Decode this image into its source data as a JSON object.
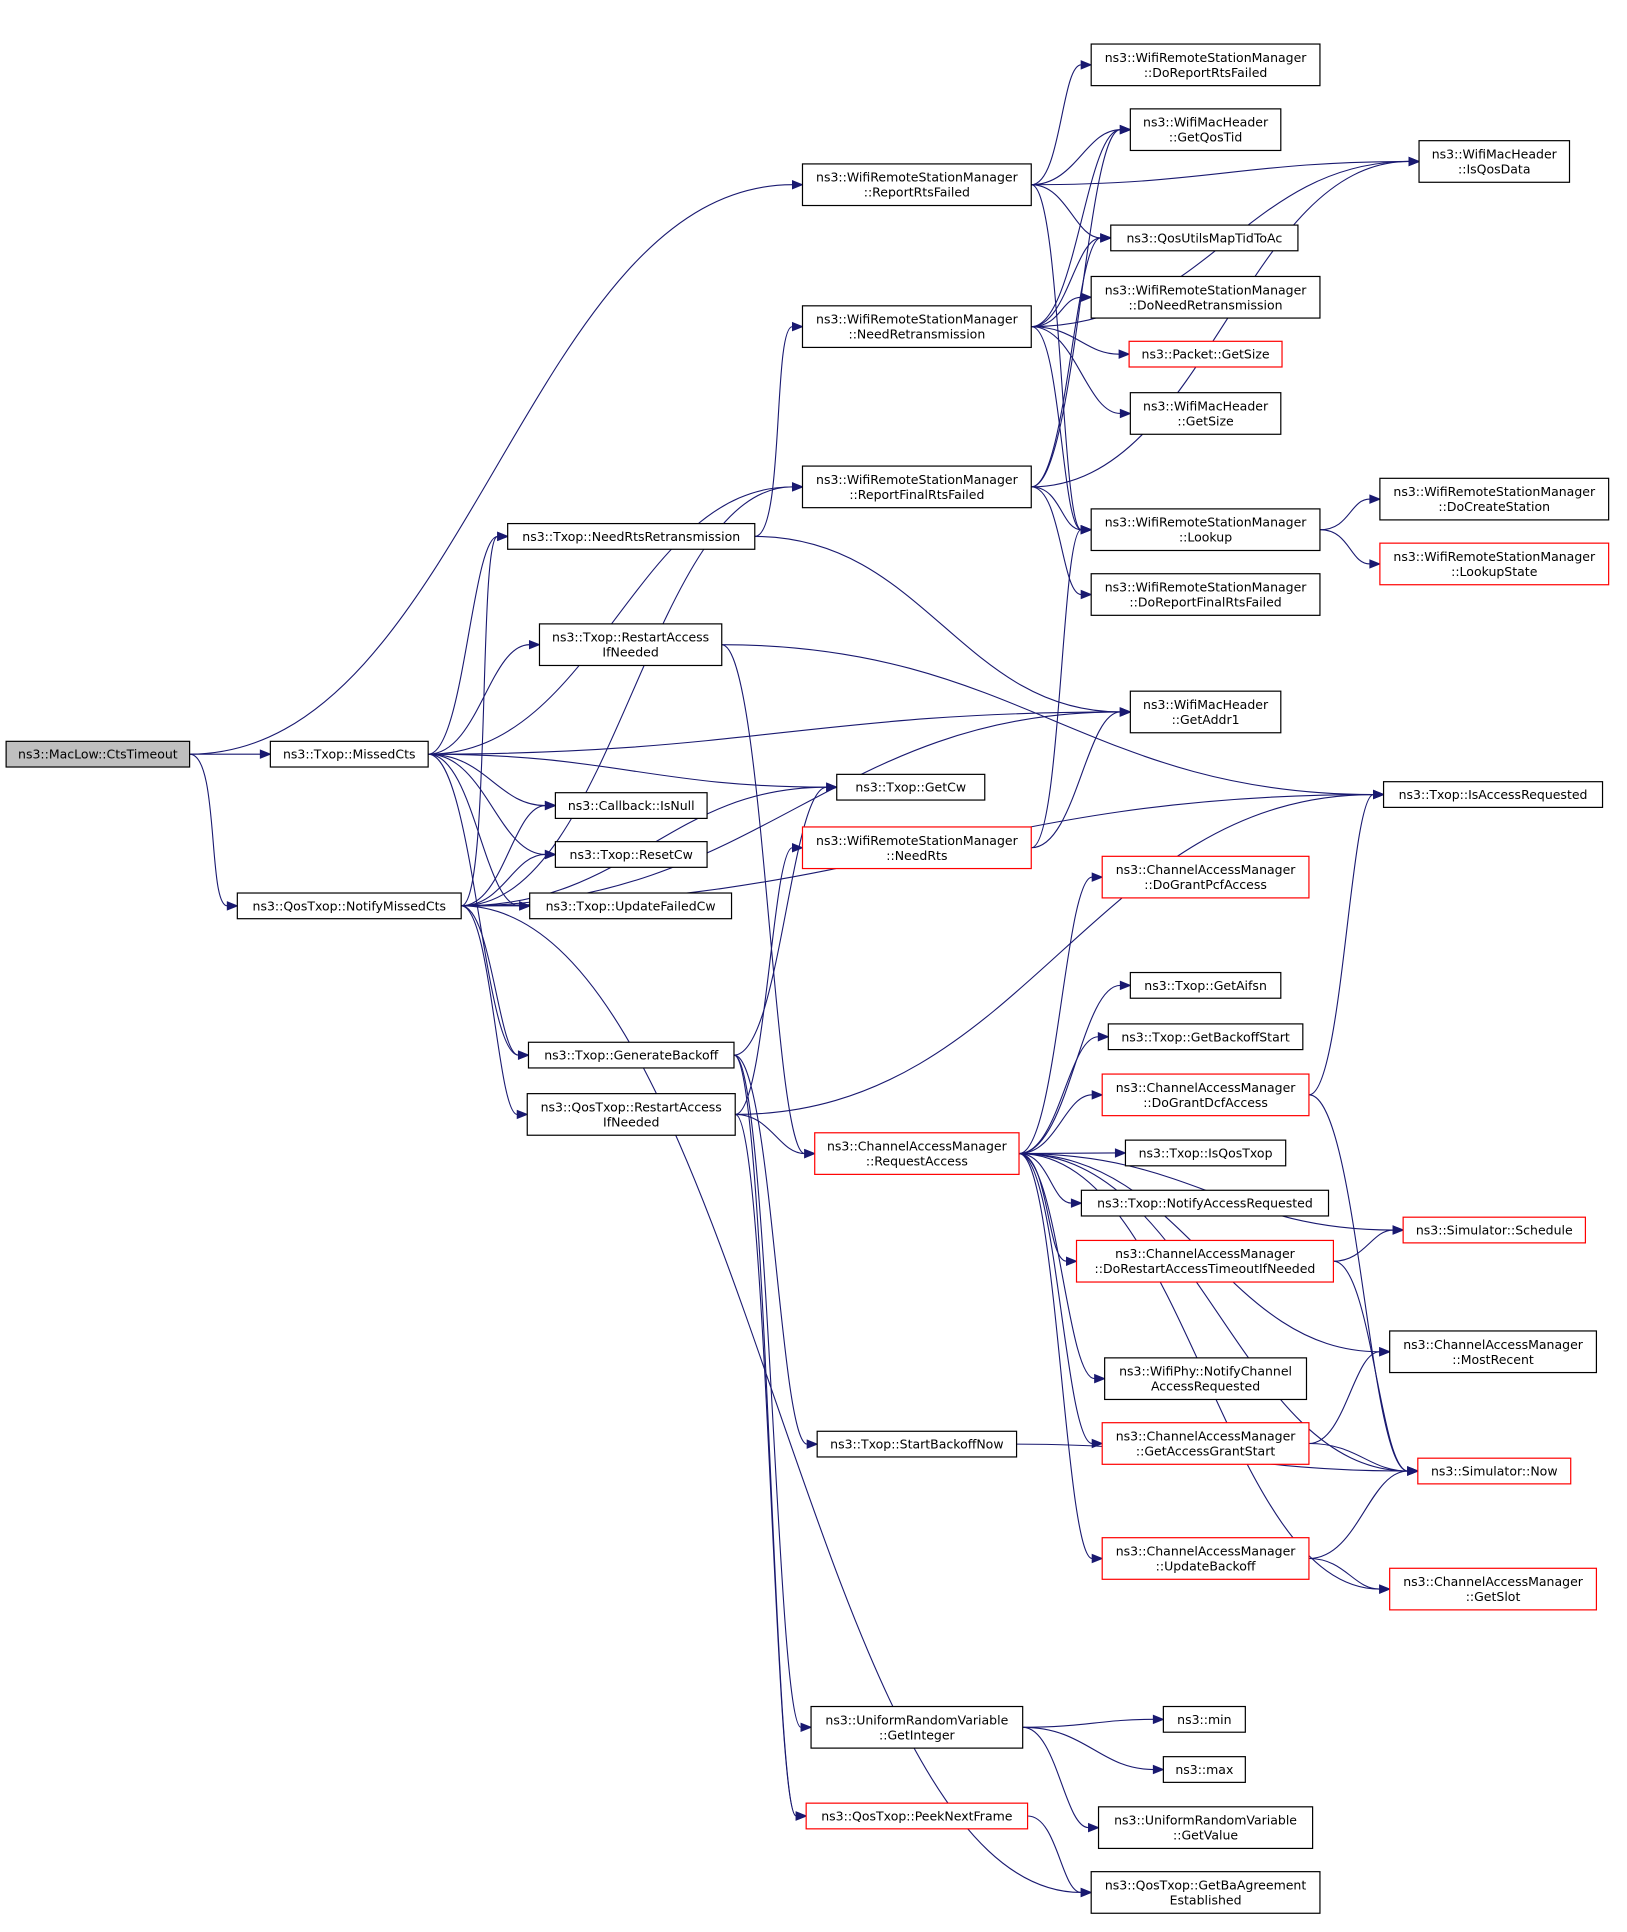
{
  "colors": {
    "edge": "#191970",
    "node_border": "#000000",
    "node_border_incomplete": "#ff0000",
    "node_fill": "#ffffff",
    "root_fill": "#bfbfbf"
  },
  "nodes": [
    {
      "id": "cts_timeout",
      "lines": [
        "ns3::MacLow::CtsTimeout"
      ],
      "root": true
    },
    {
      "id": "txop_missed_cts",
      "lines": [
        "ns3::Txop::MissedCts"
      ]
    },
    {
      "id": "qostxop_notify_missed_cts",
      "lines": [
        "ns3::QosTxop::NotifyMissedCts"
      ]
    },
    {
      "id": "wrsm_report_rts_failed",
      "lines": [
        "ns3::WifiRemoteStationManager",
        "::ReportRtsFailed"
      ]
    },
    {
      "id": "wrsm_need_retransmission",
      "lines": [
        "ns3::WifiRemoteStationManager",
        "::NeedRetransmission"
      ]
    },
    {
      "id": "wrsm_report_final_rts_failed",
      "lines": [
        "ns3::WifiRemoteStationManager",
        "::ReportFinalRtsFailed"
      ]
    },
    {
      "id": "txop_need_rts_retransmission",
      "lines": [
        "ns3::Txop::NeedRtsRetransmission"
      ]
    },
    {
      "id": "txop_restart_access_if_needed",
      "lines": [
        "ns3::Txop::RestartAccess",
        "IfNeeded"
      ]
    },
    {
      "id": "txop_get_cw",
      "lines": [
        "ns3::Txop::GetCw"
      ]
    },
    {
      "id": "callback_is_null",
      "lines": [
        "ns3::Callback::IsNull"
      ]
    },
    {
      "id": "txop_reset_cw",
      "lines": [
        "ns3::Txop::ResetCw"
      ]
    },
    {
      "id": "txop_update_failed_cw",
      "lines": [
        "ns3::Txop::UpdateFailedCw"
      ]
    },
    {
      "id": "txop_generate_backoff",
      "lines": [
        "ns3::Txop::GenerateBackoff"
      ]
    },
    {
      "id": "qostxop_restart_access_if_needed",
      "lines": [
        "ns3::QosTxop::RestartAccess",
        "IfNeeded"
      ]
    },
    {
      "id": "wrsm_need_rts",
      "lines": [
        "ns3::WifiRemoteStationManager",
        "::NeedRts"
      ],
      "incomplete": true
    },
    {
      "id": "cam_request_access",
      "lines": [
        "ns3::ChannelAccessManager",
        "::RequestAccess"
      ],
      "incomplete": true
    },
    {
      "id": "txop_start_backoff_now",
      "lines": [
        "ns3::Txop::StartBackoffNow"
      ]
    },
    {
      "id": "urv_get_integer",
      "lines": [
        "ns3::UniformRandomVariable",
        "::GetInteger"
      ]
    },
    {
      "id": "qostxop_peek_next_frame",
      "lines": [
        "ns3::QosTxop::PeekNextFrame"
      ],
      "incomplete": true
    },
    {
      "id": "wrsm_do_report_rts_failed",
      "lines": [
        "ns3::WifiRemoteStationManager",
        "::DoReportRtsFailed"
      ]
    },
    {
      "id": "wmh_get_qos_tid",
      "lines": [
        "ns3::WifiMacHeader",
        "::GetQosTid"
      ]
    },
    {
      "id": "qosutils_map_tid_to_ac",
      "lines": [
        "ns3::QosUtilsMapTidToAc"
      ]
    },
    {
      "id": "wrsm_do_need_retransmission",
      "lines": [
        "ns3::WifiRemoteStationManager",
        "::DoNeedRetransmission"
      ]
    },
    {
      "id": "packet_get_size",
      "lines": [
        "ns3::Packet::GetSize"
      ],
      "incomplete": true
    },
    {
      "id": "wmh_get_size",
      "lines": [
        "ns3::WifiMacHeader",
        "::GetSize"
      ]
    },
    {
      "id": "wrsm_lookup",
      "lines": [
        "ns3::WifiRemoteStationManager",
        "::Lookup"
      ]
    },
    {
      "id": "wrsm_do_report_final_rts_failed",
      "lines": [
        "ns3::WifiRemoteStationManager",
        "::DoReportFinalRtsFailed"
      ]
    },
    {
      "id": "wmh_get_addr1",
      "lines": [
        "ns3::WifiMacHeader",
        "::GetAddr1"
      ]
    },
    {
      "id": "cam_do_grant_pcf_access",
      "lines": [
        "ns3::ChannelAccessManager",
        "::DoGrantPcfAccess"
      ],
      "incomplete": true
    },
    {
      "id": "txop_get_aifsn",
      "lines": [
        "ns3::Txop::GetAifsn"
      ]
    },
    {
      "id": "txop_get_backoff_start",
      "lines": [
        "ns3::Txop::GetBackoffStart"
      ]
    },
    {
      "id": "cam_do_grant_dcf_access",
      "lines": [
        "ns3::ChannelAccessManager",
        "::DoGrantDcfAccess"
      ],
      "incomplete": true
    },
    {
      "id": "txop_is_qos_txop",
      "lines": [
        "ns3::Txop::IsQosTxop"
      ]
    },
    {
      "id": "txop_notify_access_requested",
      "lines": [
        "ns3::Txop::NotifyAccessRequested"
      ]
    },
    {
      "id": "cam_do_restart_access_timeout",
      "lines": [
        "ns3::ChannelAccessManager",
        "::DoRestartAccessTimeoutIfNeeded"
      ],
      "incomplete": true
    },
    {
      "id": "wifiphy_notify_channel_access_requested",
      "lines": [
        "ns3::WifiPhy::NotifyChannel",
        "AccessRequested"
      ]
    },
    {
      "id": "cam_get_access_grant_start",
      "lines": [
        "ns3::ChannelAccessManager",
        "::GetAccessGrantStart"
      ],
      "incomplete": true
    },
    {
      "id": "cam_update_backoff",
      "lines": [
        "ns3::ChannelAccessManager",
        "::UpdateBackoff"
      ],
      "incomplete": true
    },
    {
      "id": "ns3_min",
      "lines": [
        "ns3::min"
      ]
    },
    {
      "id": "ns3_max",
      "lines": [
        "ns3::max"
      ]
    },
    {
      "id": "urv_get_value",
      "lines": [
        "ns3::UniformRandomVariable",
        "::GetValue"
      ]
    },
    {
      "id": "qostxop_get_ba_agreement_established",
      "lines": [
        "ns3::QosTxop::GetBaAgreement",
        "Established"
      ]
    },
    {
      "id": "wmh_is_qos_data",
      "lines": [
        "ns3::WifiMacHeader",
        "::IsQosData"
      ]
    },
    {
      "id": "wrsm_do_create_station",
      "lines": [
        "ns3::WifiRemoteStationManager",
        "::DoCreateStation"
      ]
    },
    {
      "id": "wrsm_lookup_state",
      "lines": [
        "ns3::WifiRemoteStationManager",
        "::LookupState"
      ],
      "incomplete": true
    },
    {
      "id": "txop_is_access_requested",
      "lines": [
        "ns3::Txop::IsAccessRequested"
      ]
    },
    {
      "id": "simulator_schedule",
      "lines": [
        "ns3::Simulator::Schedule"
      ],
      "incomplete": true
    },
    {
      "id": "cam_most_recent",
      "lines": [
        "ns3::ChannelAccessManager",
        "::MostRecent"
      ]
    },
    {
      "id": "simulator_now",
      "lines": [
        "ns3::Simulator::Now"
      ],
      "incomplete": true
    },
    {
      "id": "cam_get_slot",
      "lines": [
        "ns3::ChannelAccessManager",
        "::GetSlot"
      ],
      "incomplete": true
    }
  ],
  "edges": [
    [
      "cts_timeout",
      "wrsm_report_rts_failed"
    ],
    [
      "cts_timeout",
      "txop_missed_cts"
    ],
    [
      "cts_timeout",
      "qostxop_notify_missed_cts"
    ],
    [
      "txop_missed_cts",
      "wrsm_report_final_rts_failed"
    ],
    [
      "txop_missed_cts",
      "txop_need_rts_retransmission"
    ],
    [
      "txop_missed_cts",
      "txop_restart_access_if_needed"
    ],
    [
      "txop_missed_cts",
      "wmh_get_addr1"
    ],
    [
      "txop_missed_cts",
      "txop_get_cw"
    ],
    [
      "txop_missed_cts",
      "callback_is_null"
    ],
    [
      "txop_missed_cts",
      "txop_reset_cw"
    ],
    [
      "txop_missed_cts",
      "txop_update_failed_cw"
    ],
    [
      "txop_missed_cts",
      "txop_generate_backoff"
    ],
    [
      "qostxop_notify_missed_cts",
      "wrsm_report_final_rts_failed"
    ],
    [
      "qostxop_notify_missed_cts",
      "txop_need_rts_retransmission"
    ],
    [
      "qostxop_notify_missed_cts",
      "wmh_get_addr1"
    ],
    [
      "qostxop_notify_missed_cts",
      "txop_get_cw"
    ],
    [
      "qostxop_notify_missed_cts",
      "callback_is_null"
    ],
    [
      "qostxop_notify_missed_cts",
      "txop_reset_cw"
    ],
    [
      "qostxop_notify_missed_cts",
      "txop_update_failed_cw"
    ],
    [
      "qostxop_notify_missed_cts",
      "txop_generate_backoff"
    ],
    [
      "qostxop_notify_missed_cts",
      "qostxop_restart_access_if_needed"
    ],
    [
      "qostxop_notify_missed_cts",
      "txop_is_access_requested"
    ],
    [
      "qostxop_notify_missed_cts",
      "qostxop_get_ba_agreement_established"
    ],
    [
      "wrsm_report_rts_failed",
      "wrsm_do_report_rts_failed"
    ],
    [
      "wrsm_report_rts_failed",
      "wmh_get_qos_tid"
    ],
    [
      "wrsm_report_rts_failed",
      "wmh_is_qos_data"
    ],
    [
      "wrsm_report_rts_failed",
      "qosutils_map_tid_to_ac"
    ],
    [
      "wrsm_report_rts_failed",
      "wrsm_lookup"
    ],
    [
      "wrsm_need_retransmission",
      "wmh_get_qos_tid"
    ],
    [
      "wrsm_need_retransmission",
      "wmh_is_qos_data"
    ],
    [
      "wrsm_need_retransmission",
      "qosutils_map_tid_to_ac"
    ],
    [
      "wrsm_need_retransmission",
      "wrsm_do_need_retransmission"
    ],
    [
      "wrsm_need_retransmission",
      "packet_get_size"
    ],
    [
      "wrsm_need_retransmission",
      "wmh_get_size"
    ],
    [
      "wrsm_need_retransmission",
      "wrsm_lookup"
    ],
    [
      "wrsm_report_final_rts_failed",
      "wmh_get_qos_tid"
    ],
    [
      "wrsm_report_final_rts_failed",
      "qosutils_map_tid_to_ac"
    ],
    [
      "wrsm_report_final_rts_failed",
      "wmh_is_qos_data"
    ],
    [
      "wrsm_report_final_rts_failed",
      "wrsm_lookup"
    ],
    [
      "wrsm_report_final_rts_failed",
      "wrsm_do_report_final_rts_failed"
    ],
    [
      "txop_need_rts_retransmission",
      "wrsm_need_retransmission"
    ],
    [
      "txop_need_rts_retransmission",
      "wmh_get_addr1"
    ],
    [
      "txop_restart_access_if_needed",
      "txop_is_access_requested"
    ],
    [
      "txop_restart_access_if_needed",
      "cam_request_access"
    ],
    [
      "txop_generate_backoff",
      "txop_get_cw"
    ],
    [
      "txop_generate_backoff",
      "txop_start_backoff_now"
    ],
    [
      "txop_generate_backoff",
      "urv_get_integer"
    ],
    [
      "txop_generate_backoff",
      "qostxop_peek_next_frame"
    ],
    [
      "qostxop_restart_access_if_needed",
      "wrsm_need_rts"
    ],
    [
      "qostxop_restart_access_if_needed",
      "txop_is_access_requested"
    ],
    [
      "qostxop_restart_access_if_needed",
      "cam_request_access"
    ],
    [
      "qostxop_restart_access_if_needed",
      "qostxop_peek_next_frame"
    ],
    [
      "wrsm_need_rts",
      "wrsm_lookup"
    ],
    [
      "wrsm_need_rts",
      "wmh_get_addr1"
    ],
    [
      "wrsm_lookup",
      "wrsm_do_create_station"
    ],
    [
      "wrsm_lookup",
      "wrsm_lookup_state"
    ],
    [
      "cam_request_access",
      "cam_do_grant_pcf_access"
    ],
    [
      "cam_request_access",
      "simulator_schedule"
    ],
    [
      "cam_request_access",
      "txop_get_aifsn"
    ],
    [
      "cam_request_access",
      "txop_get_backoff_start"
    ],
    [
      "cam_request_access",
      "cam_do_grant_dcf_access"
    ],
    [
      "cam_request_access",
      "txop_is_qos_txop"
    ],
    [
      "cam_request_access",
      "txop_notify_access_requested"
    ],
    [
      "cam_request_access",
      "cam_do_restart_access_timeout"
    ],
    [
      "cam_request_access",
      "cam_most_recent"
    ],
    [
      "cam_request_access",
      "wifiphy_notify_channel_access_requested"
    ],
    [
      "cam_request_access",
      "cam_get_access_grant_start"
    ],
    [
      "cam_request_access",
      "simulator_now"
    ],
    [
      "cam_request_access",
      "cam_update_backoff"
    ],
    [
      "cam_request_access",
      "cam_get_slot"
    ],
    [
      "cam_do_grant_dcf_access",
      "txop_is_access_requested"
    ],
    [
      "cam_do_grant_dcf_access",
      "simulator_now"
    ],
    [
      "cam_do_restart_access_timeout",
      "simulator_schedule"
    ],
    [
      "cam_do_restart_access_timeout",
      "simulator_now"
    ],
    [
      "cam_get_access_grant_start",
      "cam_most_recent"
    ],
    [
      "cam_get_access_grant_start",
      "simulator_now"
    ],
    [
      "cam_update_backoff",
      "simulator_now"
    ],
    [
      "cam_update_backoff",
      "cam_get_slot"
    ],
    [
      "txop_start_backoff_now",
      "simulator_now"
    ],
    [
      "urv_get_integer",
      "ns3_min"
    ],
    [
      "urv_get_integer",
      "ns3_max"
    ],
    [
      "urv_get_integer",
      "urv_get_value"
    ],
    [
      "qostxop_peek_next_frame",
      "qostxop_get_ba_agreement_established"
    ]
  ]
}
